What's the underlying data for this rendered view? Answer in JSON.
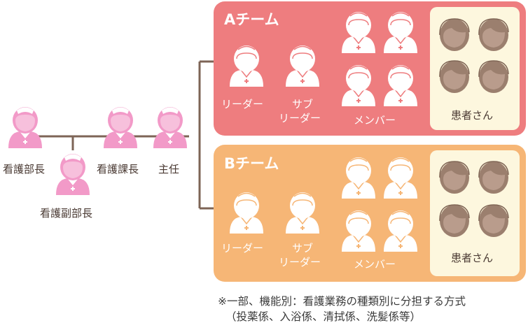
{
  "management": {
    "director": "看護部長",
    "deputy_director": "看護副部長",
    "section_chief": "看護課長",
    "chief": "主任"
  },
  "teams": [
    {
      "name": "Aチーム",
      "leader": "リーダー",
      "sub_leader_line1": "サブ",
      "sub_leader_line2": "リーダー",
      "members": "メンバー",
      "patients": "患者さん"
    },
    {
      "name": "Bチーム",
      "leader": "リーダー",
      "sub_leader_line1": "サブ",
      "sub_leader_line2": "リーダー",
      "members": "メンバー",
      "patients": "患者さん"
    }
  ],
  "note": {
    "line1": "※一部、機能別：看護業務の種類別に分担する方式",
    "line2": "（投薬係、入浴係、清拭係、洗髪係等）"
  },
  "colors": {
    "team_a_bg": "#ee7d7f",
    "team_b_bg": "#f6b676",
    "patients_bg": "#fdf7de",
    "nurse_pink": "#f29ac8",
    "patient_brown": "#9b7f6e",
    "line_brown": "#7d6456"
  },
  "icons": [
    "nurse-icon",
    "patient-icon"
  ]
}
